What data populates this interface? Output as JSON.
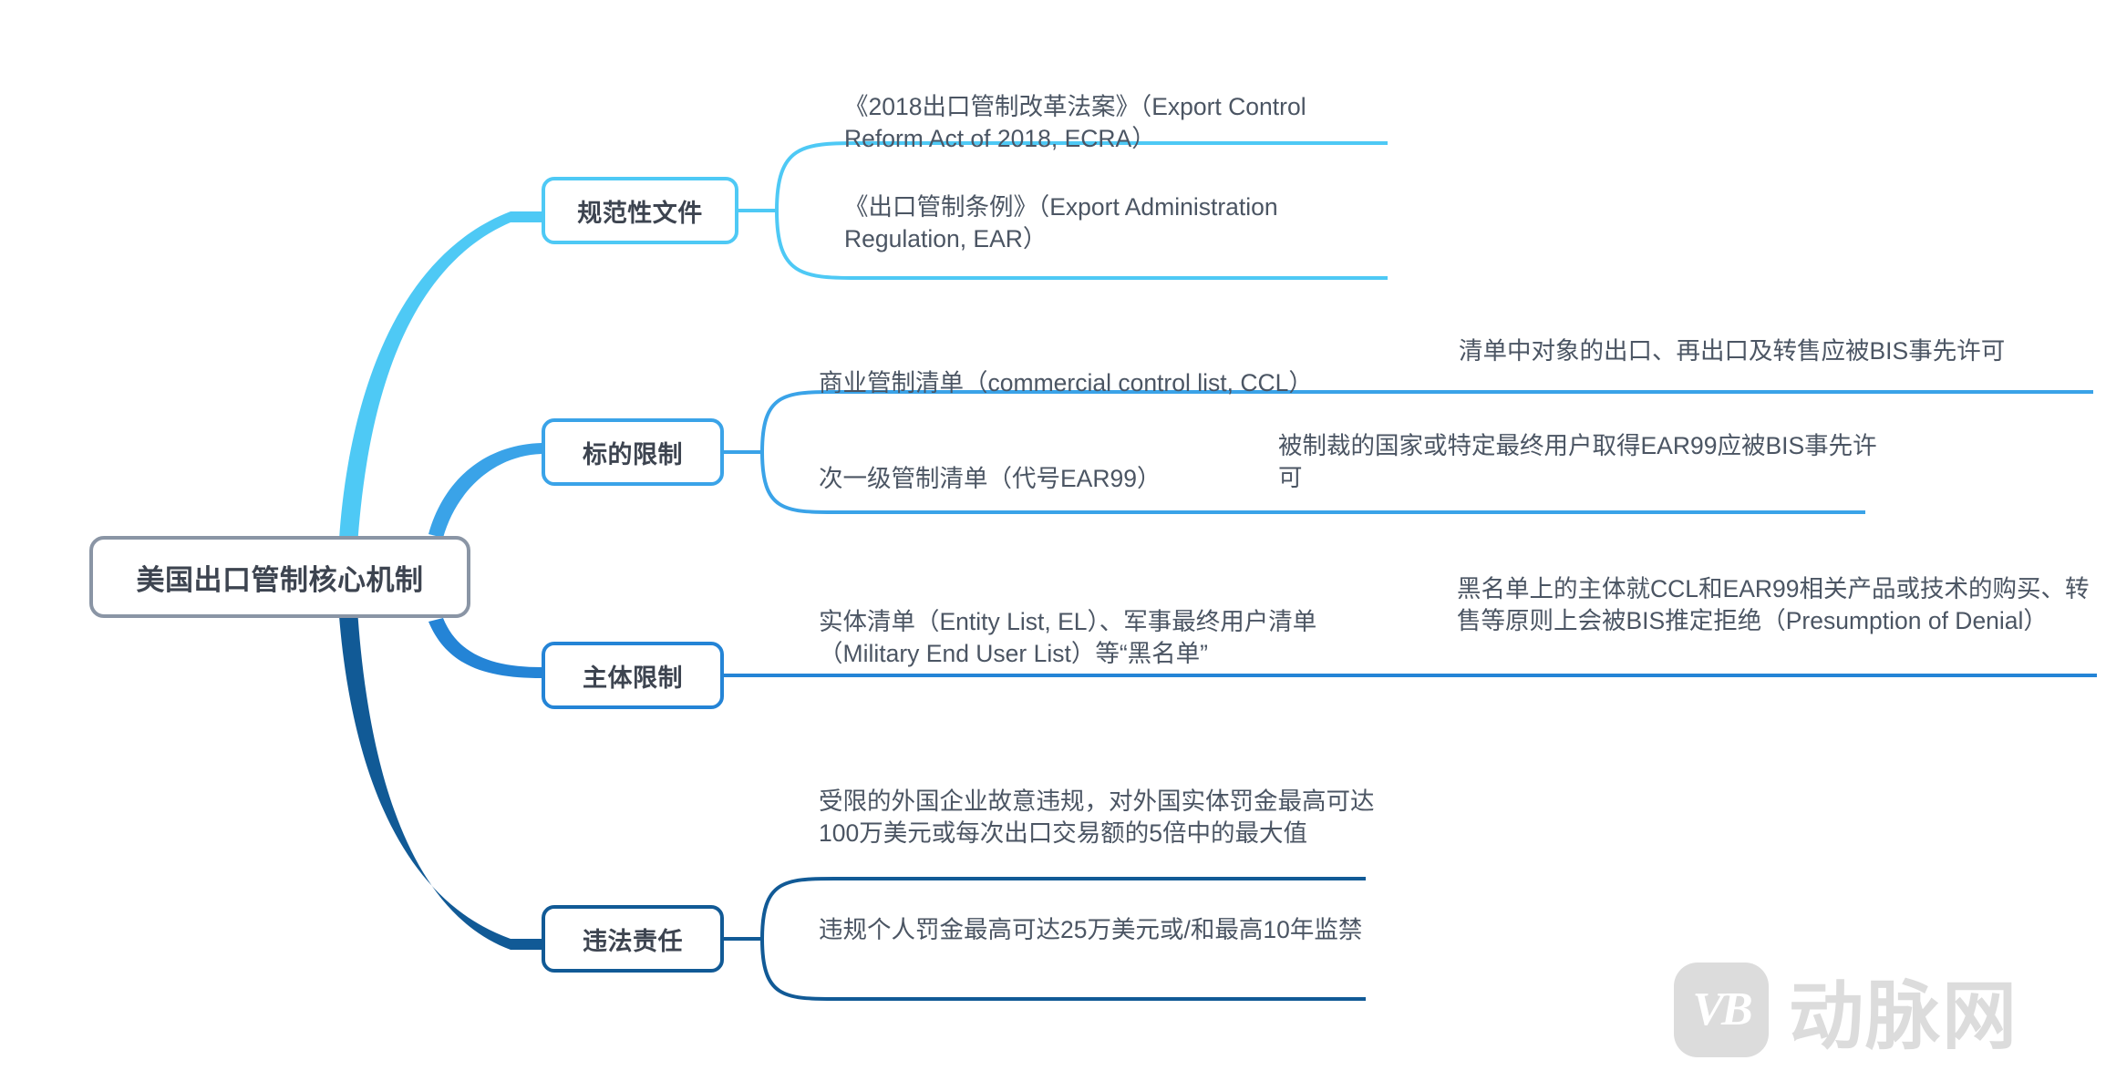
{
  "diagram": {
    "type": "mindmap",
    "root": {
      "label": "美国出口管制核心机制",
      "color": "#8a95a5"
    },
    "branches": [
      {
        "id": "b1",
        "label": "规范性文件",
        "color": "#4ec9f5",
        "children": [
          {
            "text": "《2018出口管制改革法案》（Export Control Reform Act of 2018, ECRA）",
            "children": []
          },
          {
            "text": "《出口管制条例》（Export Administration Regulation, EAR）",
            "children": []
          }
        ]
      },
      {
        "id": "b2",
        "label": "标的限制",
        "color": "#3aa3e8",
        "children": [
          {
            "text": "商业管制清单（commercial control list, CCL）",
            "children": [
              {
                "text": "清单中对象的出口、再出口及转售应被BIS事先许可"
              }
            ]
          },
          {
            "text": "次一级管制清单（代号EAR99）",
            "children": [
              {
                "text": "被制裁的国家或特定最终用户取得EAR99应被BIS事先许可"
              }
            ]
          }
        ]
      },
      {
        "id": "b3",
        "label": "主体限制",
        "color": "#2484d6",
        "children": [
          {
            "text": "实体清单（Entity List, EL）、军事最终用户清单（Military End User List）等“黑名单”",
            "children": [
              {
                "text": "黑名单上的主体就CCL和EAR99相关产品或技术的购买、转售等原则上会被BIS推定拒绝（Presumption of Denial）"
              }
            ]
          }
        ]
      },
      {
        "id": "b4",
        "label": "违法责任",
        "color": "#115a96",
        "children": [
          {
            "text": "受限的外国企业故意违规，对外国实体罚金最高可达100万美元或每次出口交易额的5倍中的最大值",
            "children": []
          },
          {
            "text": "违规个人罚金最高可达25万美元或/和最高10年监禁",
            "children": []
          }
        ]
      }
    ]
  },
  "watermark": {
    "badge": "VB",
    "text": "动脉网",
    "color": "#dcdcdc"
  }
}
